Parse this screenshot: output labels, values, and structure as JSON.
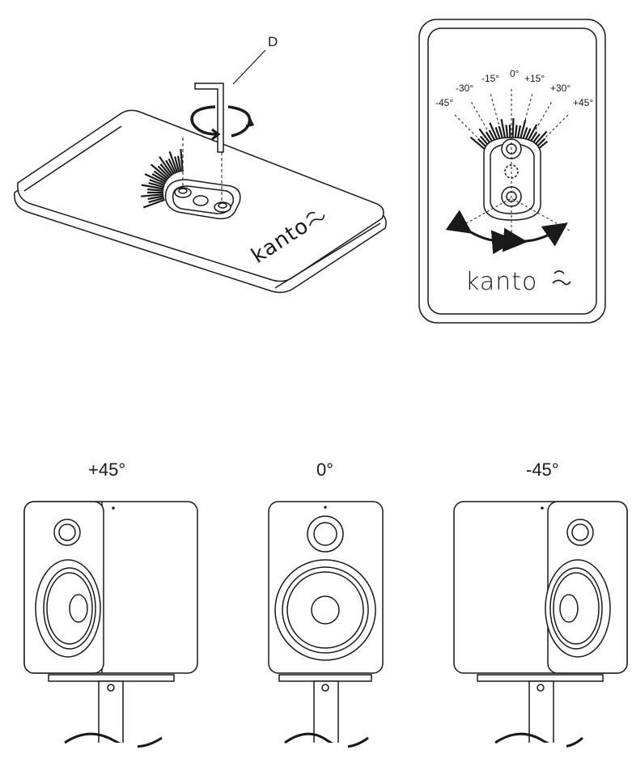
{
  "callout": {
    "letter": "D"
  },
  "brand": {
    "logo_text": "kanto"
  },
  "panel": {
    "angles": [
      "-45°",
      "-30°",
      "-15°",
      "0°",
      "+15°",
      "+30°",
      "+45°"
    ]
  },
  "speakers": [
    {
      "label": "+45°"
    },
    {
      "label": "0°"
    },
    {
      "label": "-45°"
    }
  ]
}
